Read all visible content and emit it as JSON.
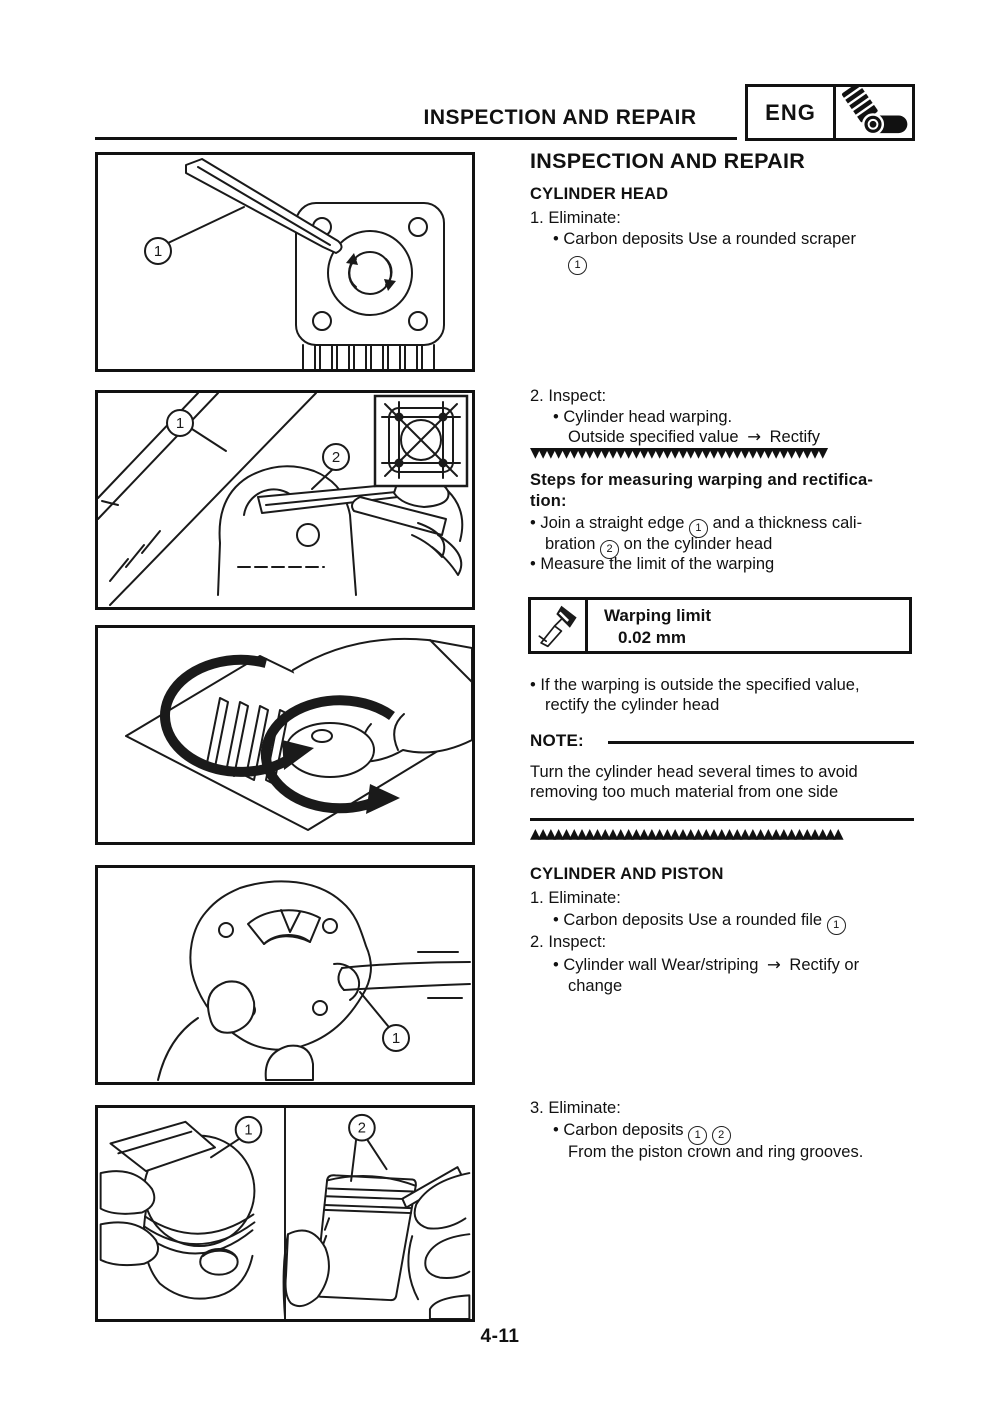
{
  "header": {
    "title": "INSPECTION AND REPAIR",
    "lang": "ENG",
    "lang_icon": "engine-icon"
  },
  "glyphs": {
    "bullet": "•",
    "arrow": "→",
    "divider_down": "▼▼▼▼▼▼▼▼▼▼▼▼▼▼▼▼▼▼▼▼▼▼▼▼▼▼▼▼▼▼▼▼▼▼▼▼▼▼",
    "divider_up": "▲▲▲▲▲▲▲▲▲▲▲▲▲▲▲▲▲▲▲▲▲▲▲▲▲▲▲▲▲▲▲▲▲▲▲▲▲▲▲▲"
  },
  "content": {
    "main_title": "INSPECTION AND REPAIR",
    "cylinder_head": {
      "heading": "CYLINDER HEAD",
      "step1_no": "1.",
      "step1_verb": "Eliminate:",
      "step1_item": "Carbon deposits Use a rounded scraper",
      "step1_ref": "1",
      "step2_no": "2.",
      "step2_verb": "Inspect:",
      "step2_item": "Cylinder head warping.",
      "step2_cond": "Outside specified value",
      "step2_action": "Rectify"
    },
    "warping_steps": {
      "heading_line1": "Steps for measuring warping and rectifica-",
      "heading_line2": "tion:",
      "bullet1_part1": "Join a straight edge",
      "bullet1_ref1": "1",
      "bullet1_part2": "and a thickness cali-",
      "bullet1_line2_part1": "bration",
      "bullet1_ref2": "2",
      "bullet1_line2_part2": "on the cylinder head",
      "bullet2": "Measure the limit of the warping",
      "spec_icon": "caliper-icon",
      "spec_label": "Warping limit",
      "spec_value": "0.02 mm",
      "bullet3_line1": "If the warping is outside the specified value,",
      "bullet3_line2": "rectify the cylinder head",
      "note_label": "NOTE:",
      "note_line1": "Turn the cylinder head several times to avoid",
      "note_line2": "removing too much material from one side"
    },
    "cylinder_piston": {
      "heading": "CYLINDER AND PISTON",
      "step1_no": "1.",
      "step1_verb": "Eliminate:",
      "step1_item": "Carbon deposits Use a rounded file",
      "step1_ref": "1",
      "step2_no": "2.",
      "step2_verb": "Inspect:",
      "step2_item": "Cylinder wall Wear/striping",
      "step2_action_line1": "Rectify or",
      "step2_action_line2": "change",
      "step3_no": "3.",
      "step3_verb": "Eliminate:",
      "step3_item": "Carbon deposits",
      "step3_ref1": "1",
      "step3_ref2": "2",
      "step3_line2": "From the piston crown and ring grooves."
    }
  },
  "figures": {
    "fig1": {
      "label1": "1"
    },
    "fig2": {
      "label1": "1",
      "label2": "2"
    },
    "fig4": {
      "label1": "1"
    },
    "fig5": {
      "label1": "1",
      "label2": "2"
    }
  },
  "footer": {
    "page_number": "4-11"
  }
}
